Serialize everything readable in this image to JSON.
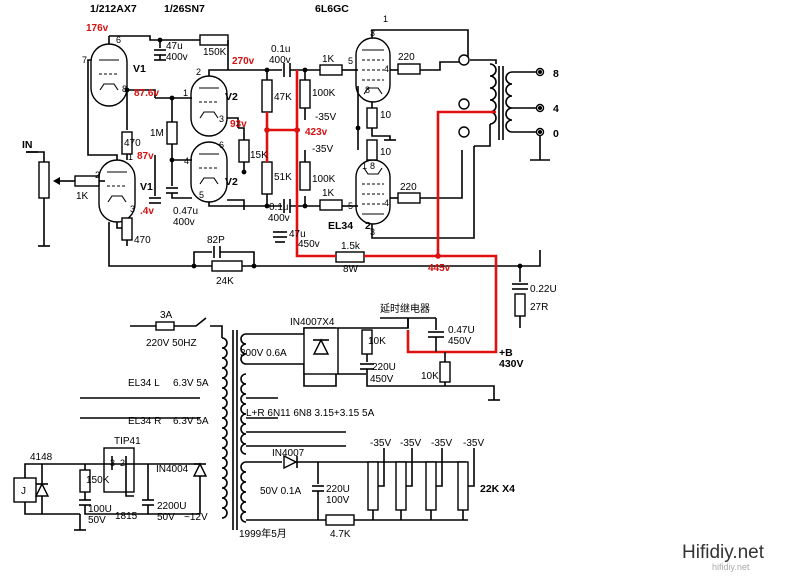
{
  "tubes": {
    "top_left": "1/212AX7",
    "top_mid": "1/26SN7",
    "top_right": "6L6GC",
    "v1a": "V1",
    "v1b": "V1",
    "v2a": "V2",
    "v2b": "V2",
    "el34": "EL34",
    "el34_num": "2"
  },
  "voltages": {
    "v176": "176v",
    "v270": "270v",
    "v87_6": "87.6v",
    "v93": "93v",
    "v423": "423v",
    "v87": "87v",
    "v_4": ".4v",
    "v445": "445v"
  },
  "components": {
    "c47u": "47u",
    "c47u_v": "400v",
    "r150k": "150K",
    "c01u_top": "0.1u",
    "c01u_top_v": "400v",
    "r1k_top": "1K",
    "r220_top": "220",
    "r100k_top": "100K",
    "neg35_top": "-35V",
    "r47k": "47K",
    "r470": "470",
    "r1m": "1M",
    "r15k": "15K",
    "r10_a": "10",
    "r10_b": "10",
    "neg35_mid": "-35V",
    "r51k": "51K",
    "r100k_bot": "100K",
    "r1k_bot": "1K",
    "r220_bot": "220",
    "c01u_bot": "0.1u",
    "c01u_bot_v": "400v",
    "c047u": "0.47u",
    "c047u_v": "400v",
    "r470_bot": "470",
    "c47u_b": "47u",
    "c47u_b_v": "450v",
    "r1_5k": "1.5k",
    "r1_5k_w": "8W",
    "r1k_in": "1K",
    "c82p": "82P",
    "r24k": "24K",
    "c022u": "0.22U",
    "r27r": "27R",
    "out8": "8",
    "out4": "4",
    "out0": "0",
    "in_label": "IN"
  },
  "pins": {
    "p7": "7",
    "p6": "6",
    "p8": "8",
    "p1": "1",
    "p2": "2",
    "p3": "3",
    "p2b": "2",
    "p3b": "3",
    "p6b": "6",
    "p4b": "4",
    "p5b": "5",
    "p1b": "1",
    "t3a": "3",
    "t5a": "5",
    "t4a": "4",
    "t8a": "8",
    "t1": "1",
    "t1b": "1",
    "t8b": "8",
    "t5b": "5",
    "t4b": "4",
    "t3b": "3"
  },
  "power": {
    "fuse": "3A",
    "mains": "220V 50HZ",
    "sec_hv": "300V 0.6A",
    "bridge": "IN4007X4",
    "relay": "延时继电器",
    "r10k_a": "10K",
    "c220u": "220U",
    "c220u_v": "450V",
    "c047u_b": "0.47U",
    "c047u_b_v": "450V",
    "r10k_b": "10K",
    "b_plus": "+B",
    "b_plus_v": "430V",
    "el34_l": "EL34 L",
    "el34_l_v": "6.3V 5A",
    "el34_r": "EL34 R",
    "el34_r_v": "6.3V 5A",
    "heater_lr": "L+R 6N11 6N8 3.15+3.15 5A",
    "tip41": "TIP41",
    "d4148": "4148",
    "r150k_p": "150K",
    "pin3": "3",
    "pin2": "2",
    "d_in4004": "IN4004",
    "relay_j": "J",
    "c100u": "100U",
    "c100u_v": "50V",
    "q1815": "1815",
    "c2200u": "2200U",
    "c2200u_v": "50V",
    "out12v": "~12V",
    "d_in4007": "IN4007",
    "sec_bias": "50V 0.1A",
    "c220u_b": "220U",
    "c220u_b_v": "100V",
    "r4_7k": "4.7K",
    "bias1": "-35V",
    "bias2": "-35V",
    "bias3": "-35V",
    "bias4": "-35V",
    "r22k": "22K X4",
    "date": "1999年5月"
  },
  "watermark": {
    "main": "Hifidiy.net",
    "small": "hifidiy.net"
  }
}
